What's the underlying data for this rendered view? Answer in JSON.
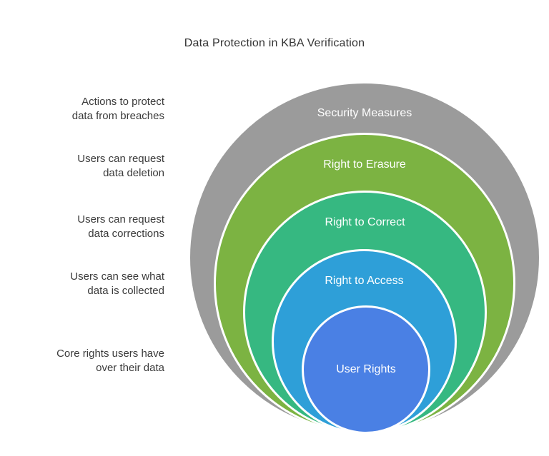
{
  "title": "Data Protection in KBA Verification",
  "diagram": {
    "type": "onion-nested-circles",
    "rings": [
      {
        "label": "Security Measures",
        "color": "#9b9b9b",
        "annotation": "Actions to protect\ndata from breaches"
      },
      {
        "label": "Right to Erasure",
        "color": "#7cb342",
        "annotation": "Users can request\ndata deletion"
      },
      {
        "label": "Right to Correct",
        "color": "#36b881",
        "annotation": "Users can request\ndata corrections"
      },
      {
        "label": "Right to Access",
        "color": "#2e9fd8",
        "annotation": "Users can see what\ndata is collected"
      },
      {
        "label": "User Rights",
        "color": "#4a80e4",
        "annotation": "Core rights users have\nover their data"
      }
    ],
    "outline_color": "#ffffff",
    "background_color": "#ffffff"
  }
}
